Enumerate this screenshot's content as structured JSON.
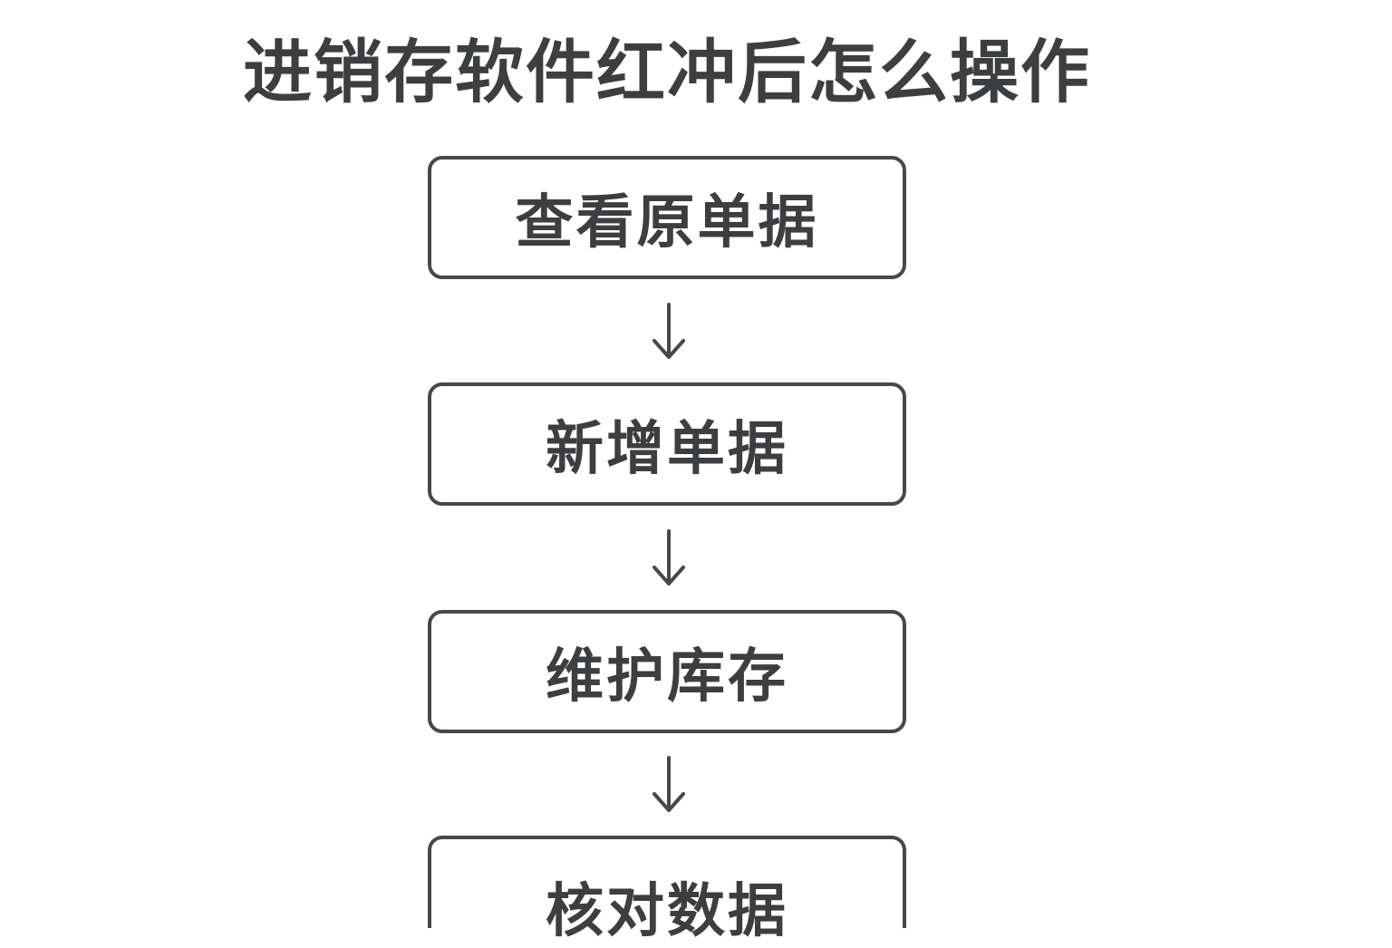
{
  "diagram": {
    "title": "进销存软件红冲后怎么操作",
    "steps": [
      {
        "label": "查看原单据"
      },
      {
        "label": "新增单据"
      },
      {
        "label": "维护库存"
      },
      {
        "label": "核对数据"
      }
    ]
  },
  "colors": {
    "text": "#3d3e40",
    "border": "#47484a",
    "background": "#ffffff"
  }
}
